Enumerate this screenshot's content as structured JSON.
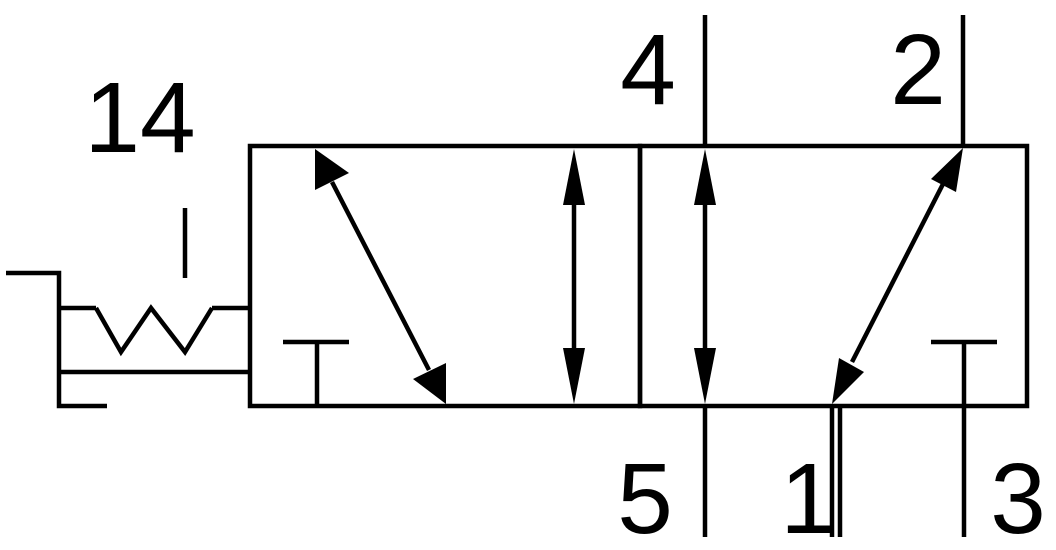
{
  "diagram": {
    "labels": {
      "control_port": "14",
      "port_4": "4",
      "port_2": "2",
      "port_5": "5",
      "port_1": "1",
      "port_3": "3"
    },
    "colors": {
      "stroke": "#000000",
      "background": "#ffffff"
    }
  }
}
